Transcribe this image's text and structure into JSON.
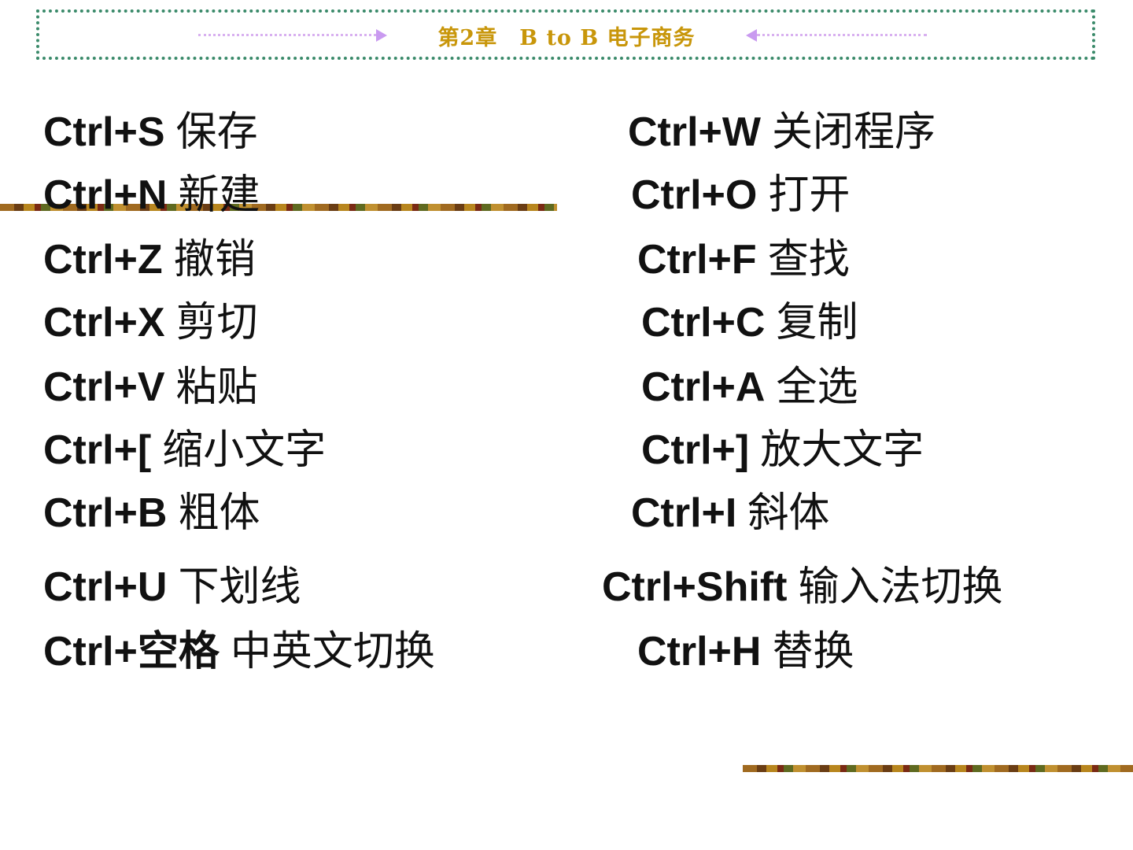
{
  "header": {
    "title": "第2章　B to B 电子商务"
  },
  "left": [
    {
      "key": "Ctrl+S",
      "desc": "保存"
    },
    {
      "key": "Ctrl+N",
      "desc": "新建"
    },
    {
      "key": "Ctrl+Z",
      "desc": "撤销"
    },
    {
      "key": "Ctrl+X",
      "desc": "剪切"
    },
    {
      "key": "Ctrl+V",
      "desc": "粘贴"
    },
    {
      "key": "Ctrl+[",
      "desc": "缩小文字"
    },
    {
      "key": "Ctrl+B",
      "desc": "粗体"
    },
    {
      "key": "Ctrl+U",
      "desc": "下划线"
    },
    {
      "key": "Ctrl+空格",
      "desc": "中英文切换"
    }
  ],
  "right": [
    {
      "key": "Ctrl+W",
      "desc": "关闭程序"
    },
    {
      "key": "Ctrl+O",
      "desc": "打开"
    },
    {
      "key": "Ctrl+F",
      "desc": "查找"
    },
    {
      "key": "Ctrl+C",
      "desc": "复制"
    },
    {
      "key": "Ctrl+A",
      "desc": "全选"
    },
    {
      "key": "Ctrl+]",
      "desc": "放大文字"
    },
    {
      "key": "Ctrl+I",
      "desc": "斜体"
    },
    {
      "key": "Ctrl+Shift",
      "desc": "输入法切换"
    },
    {
      "key": "Ctrl+H",
      "desc": "替换"
    }
  ]
}
